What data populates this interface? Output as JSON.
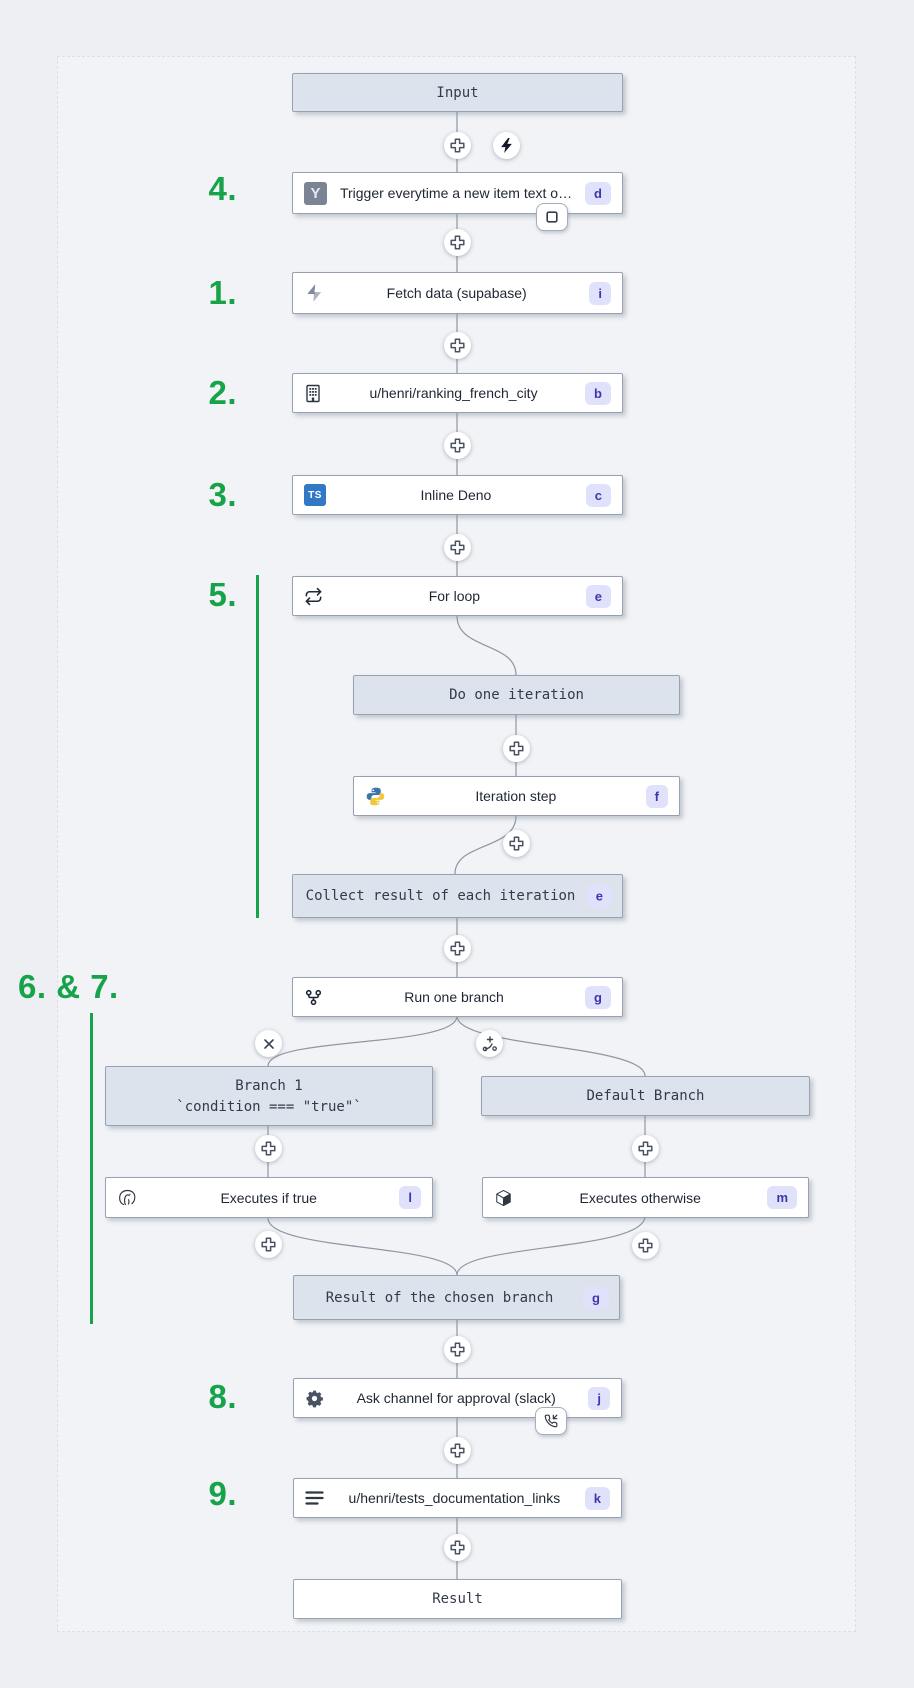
{
  "colors": {
    "background": "#edeff2",
    "accent_green": "#16a34a",
    "node_border": "#98a1b1",
    "header_fill": "#dde3ed",
    "badge_bg": "#e0e2fb",
    "badge_text": "#4036ad",
    "wire": "#8f96a3"
  },
  "annotations": {
    "n4": "4.",
    "n1": "1.",
    "n2": "2.",
    "n3": "3.",
    "n5": "5.",
    "n67": "6. & 7.",
    "n8": "8.",
    "n9": "9."
  },
  "headers": {
    "input": {
      "label": "Input"
    },
    "do_one_iteration": {
      "label": "Do one iteration"
    },
    "collect": {
      "label": "Collect result of each iteration",
      "badge": "e"
    },
    "branch1": {
      "line1": "Branch 1",
      "line2": "`condition === \"true\"`"
    },
    "default_branch": {
      "label": "Default Branch"
    },
    "chosen": {
      "label": "Result of the chosen branch",
      "badge": "g"
    },
    "result": {
      "label": "Result"
    }
  },
  "steps": {
    "trigger": {
      "label": "Trigger everytime a new item text o…",
      "badge": "d",
      "icon": "hackernews-y-icon"
    },
    "fetch": {
      "label": "Fetch data (supabase)",
      "badge": "i",
      "icon": "supabase-bolt-icon"
    },
    "ranking": {
      "label": "u/henri/ranking_french_city",
      "badge": "b",
      "icon": "building-icon"
    },
    "deno": {
      "label": "Inline Deno",
      "badge": "c",
      "icon": "typescript-icon"
    },
    "forloop": {
      "label": "For loop",
      "badge": "e",
      "icon": "repeat-icon"
    },
    "iteration": {
      "label": "Iteration step",
      "badge": "f",
      "icon": "python-icon"
    },
    "runbranch": {
      "label": "Run one branch",
      "badge": "g",
      "icon": "git-fork-icon"
    },
    "iftrue": {
      "label": "Executes if true",
      "badge": "l",
      "icon": "postgres-elephant-icon"
    },
    "otherwise": {
      "label": "Executes otherwise",
      "badge": "m",
      "icon": "cube-icon"
    },
    "approval": {
      "label": "Ask channel for approval (slack)",
      "badge": "j",
      "icon": "gear-icon"
    },
    "tests": {
      "label": "u/henri/tests_documentation_links",
      "badge": "k",
      "icon": "menu-lines-icon"
    }
  }
}
